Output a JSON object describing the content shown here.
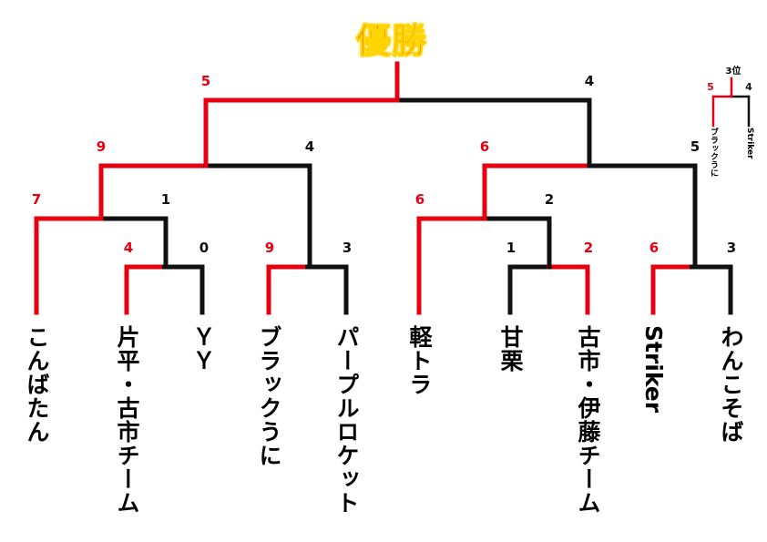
{
  "title": "優勝",
  "colors": {
    "win": "#e60012",
    "lose": "#111111",
    "title_outline": "#ffd400"
  },
  "teams": [
    {
      "id": "t1",
      "name": "こんばたん"
    },
    {
      "id": "t2",
      "name": "片平・古市チーム"
    },
    {
      "id": "t3",
      "name": "ＹＹ"
    },
    {
      "id": "t4",
      "name": "ブラックうに"
    },
    {
      "id": "t5",
      "name": "パープルロケット"
    },
    {
      "id": "t6",
      "name": "軽トラ"
    },
    {
      "id": "t7",
      "name": "甘栗"
    },
    {
      "id": "t8",
      "name": "古市・伊藤チーム"
    },
    {
      "id": "t9",
      "name": "Striker"
    },
    {
      "id": "t10",
      "name": "わんこそば"
    }
  ],
  "matches": [
    {
      "id": "m1",
      "round": 1,
      "left": "片平・古市チーム",
      "right": "ＹＹ",
      "left_score": "4",
      "right_score": "0",
      "winner": "left"
    },
    {
      "id": "m2",
      "round": 1,
      "left": "ブラックうに",
      "right": "パープルロケット",
      "left_score": "9",
      "right_score": "3",
      "winner": "left"
    },
    {
      "id": "m3",
      "round": 1,
      "left": "甘栗",
      "right": "古市・伊藤チーム",
      "left_score": "1",
      "right_score": "2",
      "winner": "right"
    },
    {
      "id": "m4",
      "round": 1,
      "left": "Striker",
      "right": "わんこそば",
      "left_score": "6",
      "right_score": "3",
      "winner": "left"
    },
    {
      "id": "m5",
      "round": 2,
      "left": "こんばたん",
      "right": "片平・古市チーム",
      "left_score": "7",
      "right_score": "1",
      "winner": "left"
    },
    {
      "id": "m6",
      "round": 2,
      "left": "軽トラ",
      "right": "古市・伊藤チーム",
      "left_score": "6",
      "right_score": "2",
      "winner": "left"
    },
    {
      "id": "m7",
      "round": 3,
      "left": "こんばたん",
      "right": "ブラックうに",
      "left_score": "9",
      "right_score": "4",
      "winner": "left"
    },
    {
      "id": "m8",
      "round": 3,
      "left": "軽トラ",
      "right": "Striker",
      "left_score": "6",
      "right_score": "5",
      "winner": "left"
    },
    {
      "id": "m9",
      "round": 4,
      "left": "こんばたん",
      "right": "軽トラ",
      "left_score": "5",
      "right_score": "4",
      "winner": "left"
    }
  ],
  "third_place": {
    "title": "3位",
    "left": "ブラックうに",
    "right": "Striker",
    "left_score": "5",
    "right_score": "4",
    "winner": "left"
  }
}
